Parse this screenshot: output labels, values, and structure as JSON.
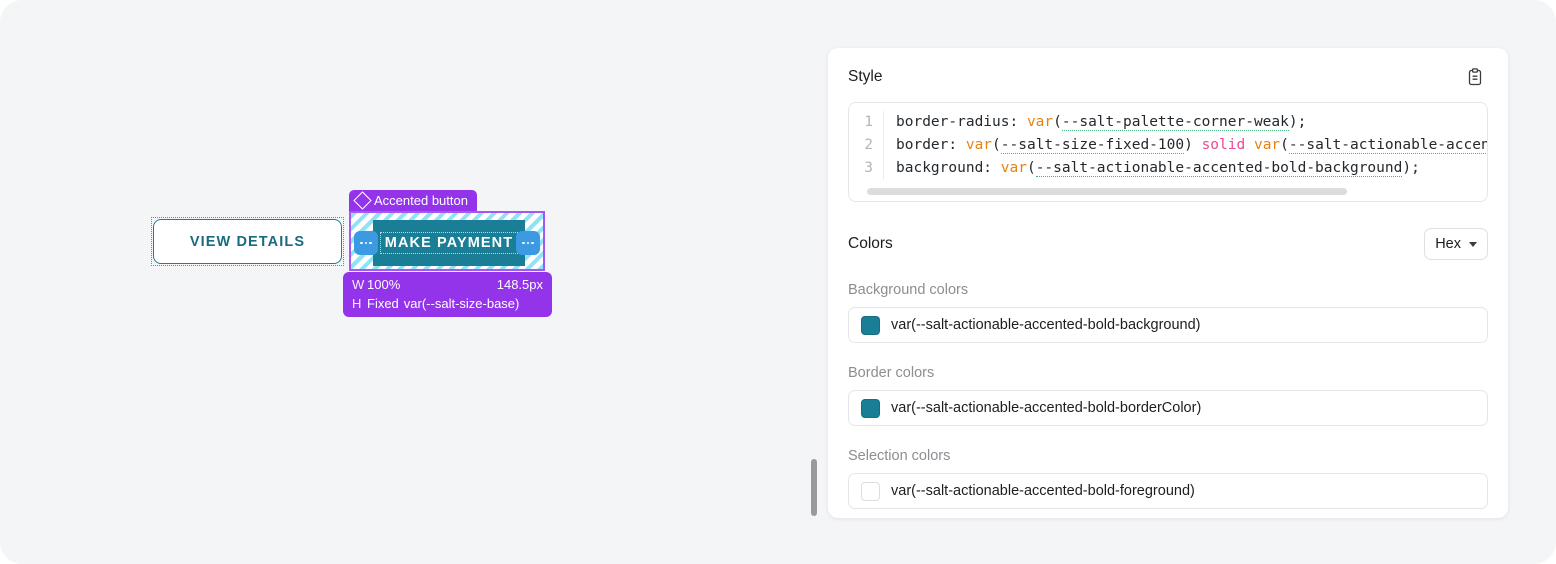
{
  "canvas": {
    "view_details_button": {
      "label": "VIEW DETAILS"
    },
    "selected_component": {
      "badge_label": "Accented button",
      "badge_icon": "diamond-icon",
      "button_label": "MAKE PAYMENT",
      "left_padding_handle": "•••",
      "right_padding_handle": "•••"
    },
    "size_tooltip": {
      "width_key": "W",
      "width_mode": "100%",
      "width_value": "148.5px",
      "height_key": "H",
      "height_mode": "Fixed",
      "height_value": "var(--salt-size-base)"
    }
  },
  "panel": {
    "style": {
      "title": "Style",
      "copy_icon": "clipboard-icon",
      "code_lines": [
        {
          "number": "1",
          "property": "border-radius: ",
          "fn": "var",
          "open": "(",
          "token": "--salt-palette-corner-weak",
          "close": ");",
          "keyword": "",
          "fn2": "",
          "open2": "",
          "token2": "",
          "close2": ""
        },
        {
          "number": "2",
          "property": "border: ",
          "fn": "var",
          "open": "(",
          "token": "--salt-size-fixed-100",
          "close": ") ",
          "keyword": "solid",
          "fn2": " var",
          "open2": "(",
          "token2": "--salt-actionable-accented",
          "close2": ""
        },
        {
          "number": "3",
          "property": "background: ",
          "fn": "var",
          "open": "(",
          "token": "--salt-actionable-accented-bold-background",
          "close": ");",
          "keyword": "",
          "fn2": "",
          "open2": "",
          "token2": "",
          "close2": ""
        }
      ]
    },
    "colors": {
      "title": "Colors",
      "format_select": {
        "value": "Hex",
        "icon": "chevron-down-icon"
      },
      "groups": [
        {
          "label": "Background colors",
          "rows": [
            {
              "swatch": "#1a7f96",
              "token": "var(--salt-actionable-accented-bold-background)"
            }
          ]
        },
        {
          "label": "Border colors",
          "rows": [
            {
              "swatch": "#1a7f96",
              "token": "var(--salt-actionable-accented-bold-borderColor)"
            }
          ]
        },
        {
          "label": "Selection colors",
          "rows": [
            {
              "swatch": "#ffffff",
              "token": "var(--salt-actionable-accented-bold-foreground)"
            }
          ]
        }
      ]
    }
  },
  "theme": {
    "accent_teal": "#1a7f96",
    "selection_purple": "#a855f7",
    "badge_purple": "#9333ea",
    "handle_blue": "#3b9ae1",
    "canvas_bg": "#f4f5f7"
  }
}
